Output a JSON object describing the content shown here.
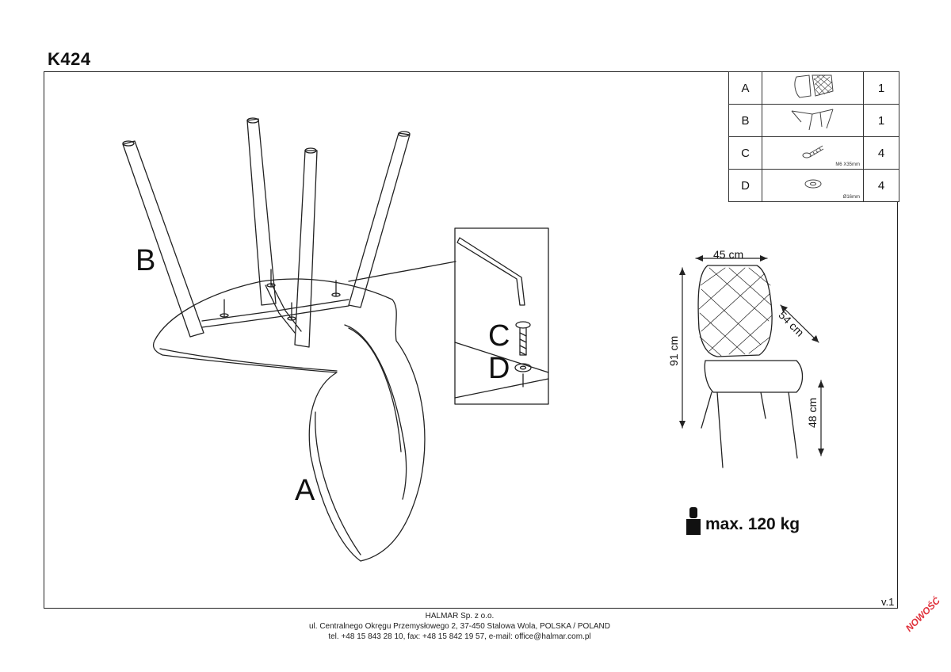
{
  "model": "K424",
  "parts": [
    {
      "letter": "A",
      "icon": "seat-shell-thumbnail-icon",
      "spec": "",
      "qty": "1"
    },
    {
      "letter": "B",
      "icon": "leg-frame-thumbnail-icon",
      "spec": "",
      "qty": "1"
    },
    {
      "letter": "C",
      "icon": "bolt-icon",
      "spec": "M6 X35mm",
      "qty": "4"
    },
    {
      "letter": "D",
      "icon": "washer-icon",
      "spec": "Ø16mm",
      "qty": "4"
    }
  ],
  "labels": {
    "seat": "A",
    "legs": "B",
    "bolt": "C",
    "washer": "D"
  },
  "dimensions": {
    "width": "45 cm",
    "depth": "54 cm",
    "height": "91 cm",
    "seat_height": "48 cm"
  },
  "max_load": "max.  120 kg",
  "version": "v.1",
  "footer": {
    "company": "HALMAR Sp. z o.o.",
    "address": "ul. Centralnego Okręgu Przemysłowego 2, 37-450 Stalowa Wola, POLSKA / POLAND",
    "contact": "tel. +48 15 843 28 10, fax: +48 15 842 19 57, e-mail: office@halmar.com.pl"
  },
  "badge": "NOWOŚĆ"
}
